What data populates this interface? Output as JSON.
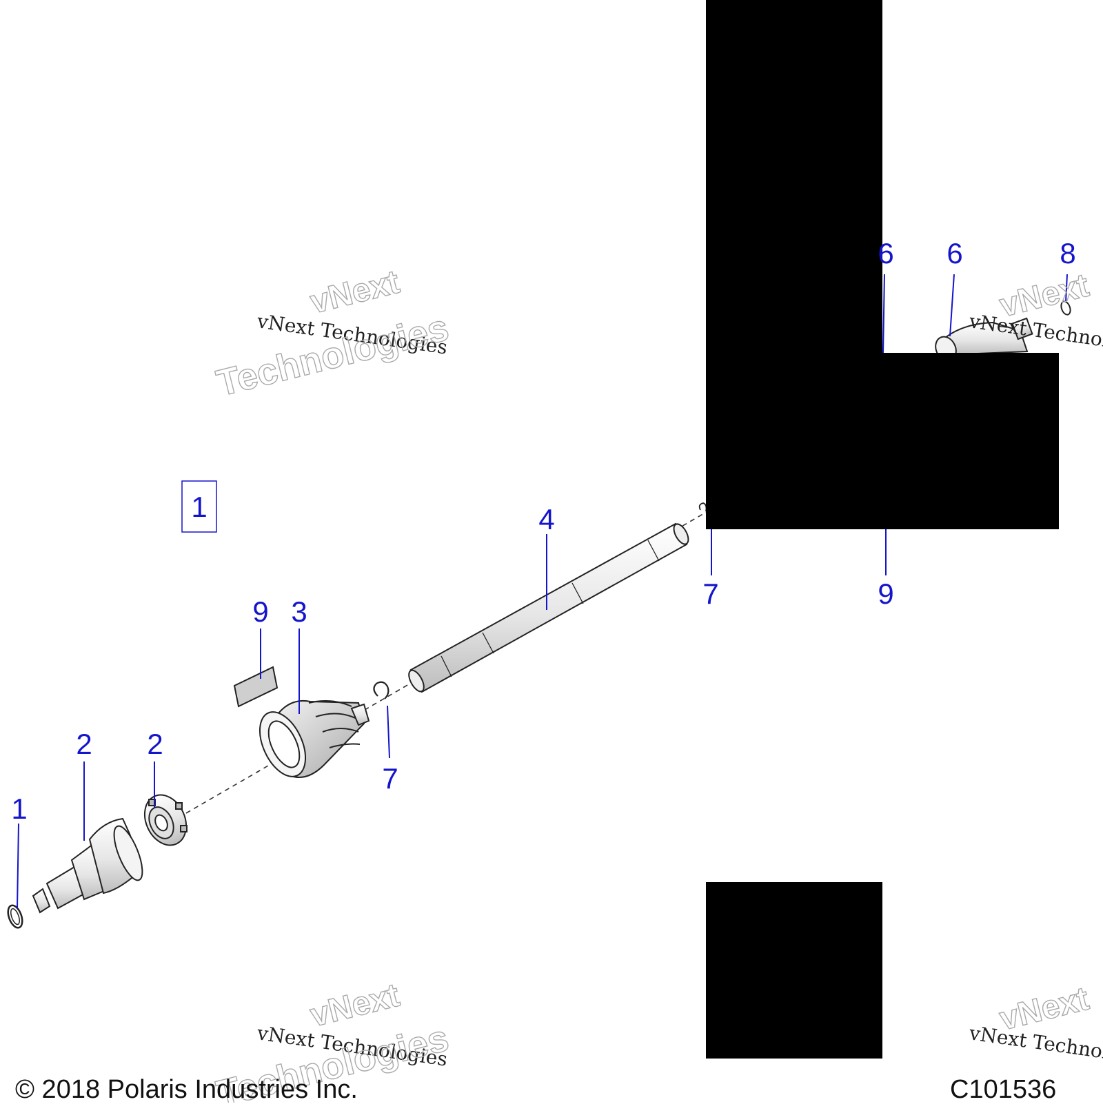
{
  "callouts": {
    "kit_box": "1",
    "ring_1": "1",
    "housing_2": "2",
    "bearing_2": "2",
    "boot_3": "3",
    "shaft_4": "4",
    "boot_6": "6",
    "part_6": "6",
    "part_8": "8",
    "clip_7_left": "7",
    "clip_7_right": "7",
    "packet_9_left": "9",
    "packet_9_right": "9"
  },
  "watermark": {
    "text": "vNext Technologies",
    "outline_line1": "vNext",
    "outline_line2": "Technologies"
  },
  "footer": {
    "copyright": "© 2018 Polaris Industries Inc.",
    "drawing_id": "C101536"
  },
  "colors": {
    "callout": "#1414cc",
    "leader": "#1414cc",
    "line_art": "#222222",
    "redaction": "#000000",
    "watermark": "#9a9a9a"
  }
}
